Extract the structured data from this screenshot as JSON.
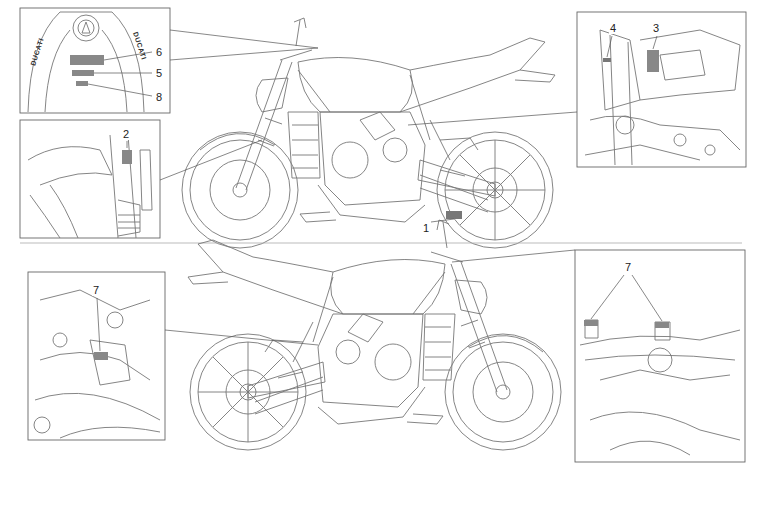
{
  "diagram": {
    "labels": [
      "DUCATI",
      "DUCATI",
      "6",
      "5",
      "8",
      "2",
      "4",
      "3",
      "1",
      "7",
      "7"
    ]
  }
}
